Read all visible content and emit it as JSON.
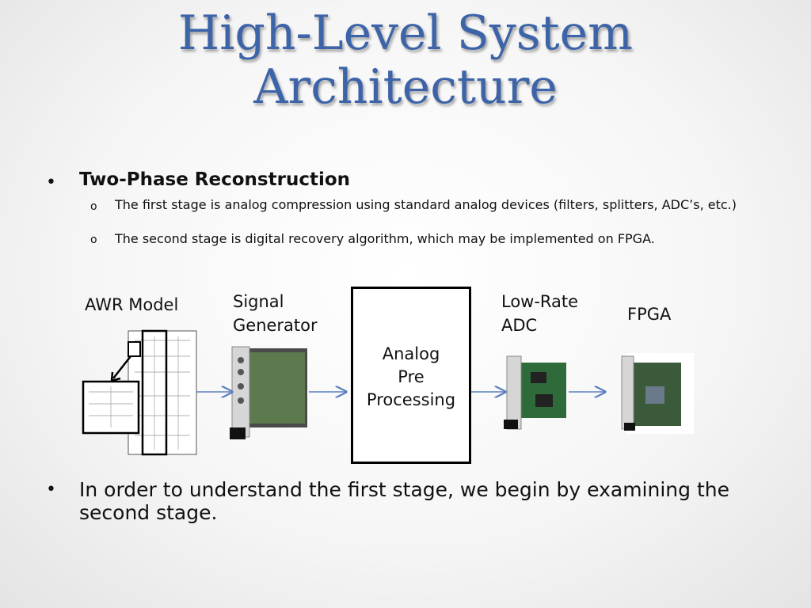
{
  "slide": {
    "title_line1": "High-Level System",
    "title_line2": "Architecture",
    "bullet_char": "•",
    "sub_bullet_char": "o",
    "bullet1": {
      "heading": "Two-Phase Reconstruction",
      "subs": [
        "The first stage is analog compression using standard analog devices (filters, splitters, ADC’s, etc.)",
        "The second stage is digital recovery algorithm, which may be implemented on FPGA."
      ]
    },
    "bullet2": "In order to understand the first stage, we begin by examining the second stage."
  },
  "diagram": {
    "awr_label": "AWR Model",
    "signal_label_1": "Signal",
    "signal_label_2": "Generator",
    "analog_line1": "Analog",
    "analog_line2": "Pre",
    "analog_line3": "Processing",
    "adc_label_1": "Low-Rate",
    "adc_label_2": "ADC",
    "fpga_label": "FPGA",
    "arrow_color": "#5b7fc0",
    "title_color": "#3d64a8"
  }
}
